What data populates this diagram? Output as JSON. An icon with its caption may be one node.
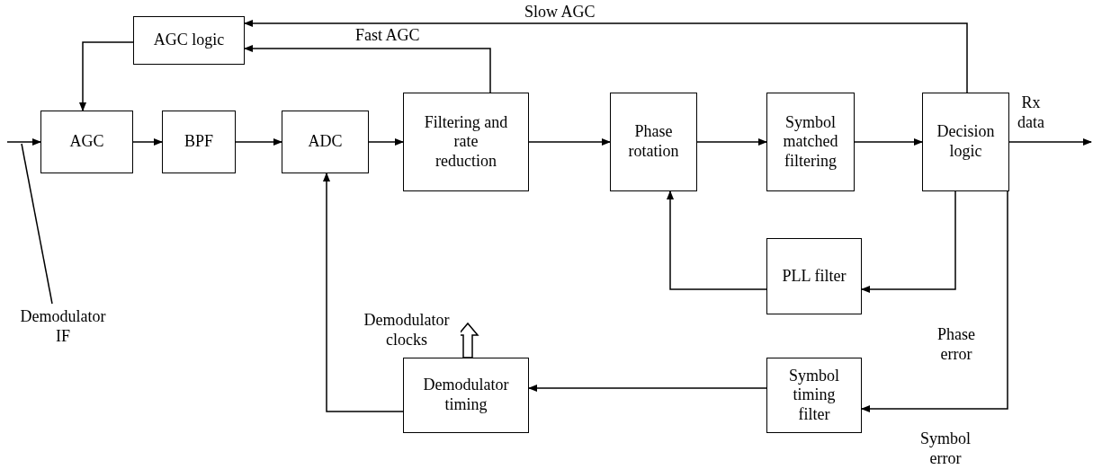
{
  "diagram": {
    "nodes": [
      {
        "text": [
          "AGC logic"
        ]
      },
      {
        "text": [
          "AGC"
        ]
      },
      {
        "text": [
          "BPF"
        ]
      },
      {
        "text": [
          "ADC"
        ]
      },
      {
        "text": [
          "Filtering and rate reduction"
        ]
      },
      {
        "text": [
          "Phase rotation"
        ]
      },
      {
        "text": [
          "Symbol matched filtering"
        ]
      },
      {
        "text": [
          "Decision logic"
        ]
      },
      {
        "text": [
          "PLL filter"
        ]
      },
      {
        "text": [
          "Demodulator timing"
        ]
      },
      {
        "text": [
          "Symbol timing filter"
        ]
      },
      {
        "text": [
          "Demodulator IF"
        ]
      }
    ],
    "edges": [
      {
        "from": null,
        "to": 1,
        "arrow": "to"
      },
      {
        "from": 11,
        "to": null,
        "arrow": "none"
      },
      {
        "from": 1,
        "to": 2,
        "arrow": "to"
      },
      {
        "from": 2,
        "to": 3,
        "arrow": "to"
      },
      {
        "from": 3,
        "to": 4,
        "arrow": "to"
      },
      {
        "from": 4,
        "to": 5,
        "arrow": "to"
      },
      {
        "from": 5,
        "to": 6,
        "arrow": "to"
      },
      {
        "from": 6,
        "to": 7,
        "arrow": "to"
      },
      {
        "from": 7,
        "to": null,
        "arrow": "to",
        "label": "Rx data"
      },
      {
        "from": 0,
        "to": 1,
        "arrow": "to"
      },
      {
        "from": 4,
        "to": 0,
        "arrow": "to",
        "label": "Fast AGC"
      },
      {
        "from": 7,
        "to": 0,
        "arrow": "to",
        "label": "Slow AGC"
      },
      {
        "from": 7,
        "to": 8,
        "arrow": "to",
        "label": "Phase error"
      },
      {
        "from": 8,
        "to": 5,
        "arrow": "to"
      },
      {
        "from": 7,
        "to": 10,
        "arrow": "to",
        "label": "Symbol error"
      },
      {
        "from": 10,
        "to": 9,
        "arrow": "to"
      },
      {
        "from": 9,
        "to": 3,
        "arrow": "to"
      },
      {
        "from": 9,
        "to": null,
        "arrow": "to",
        "style": "thick",
        "label": "Demodulator clocks"
      }
    ]
  }
}
